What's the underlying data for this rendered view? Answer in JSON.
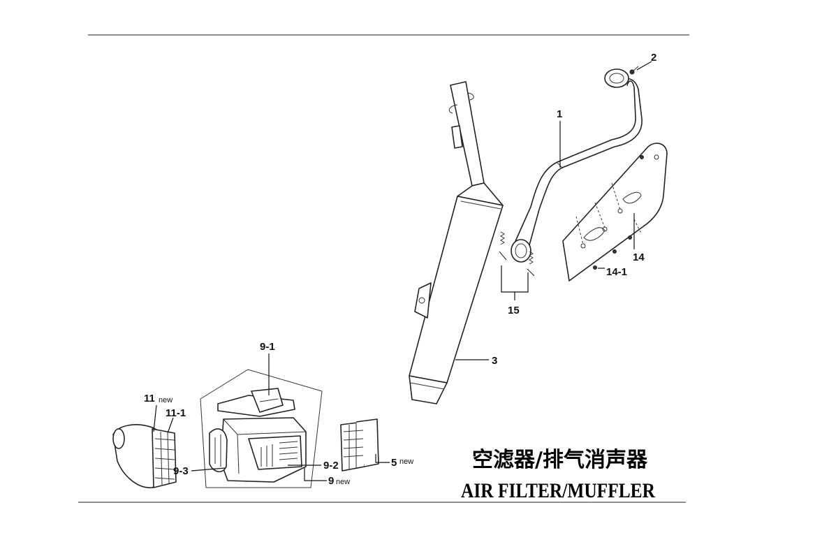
{
  "title": {
    "chinese": "空滤器/排气消声器",
    "english": "AIR FILTER/MUFFLER"
  },
  "callouts": {
    "c1": "1",
    "c2": "2",
    "c3": "3",
    "c14": "14",
    "c14_1": "14-1",
    "c15": "15",
    "c9_1": "9-1",
    "c11": "11",
    "c11_new": "new",
    "c11_1": "11-1",
    "c9_3": "9-3",
    "c9_2": "9-2",
    "c9": "9",
    "c9_new": "new",
    "c5": "5",
    "c5_new": "new"
  }
}
